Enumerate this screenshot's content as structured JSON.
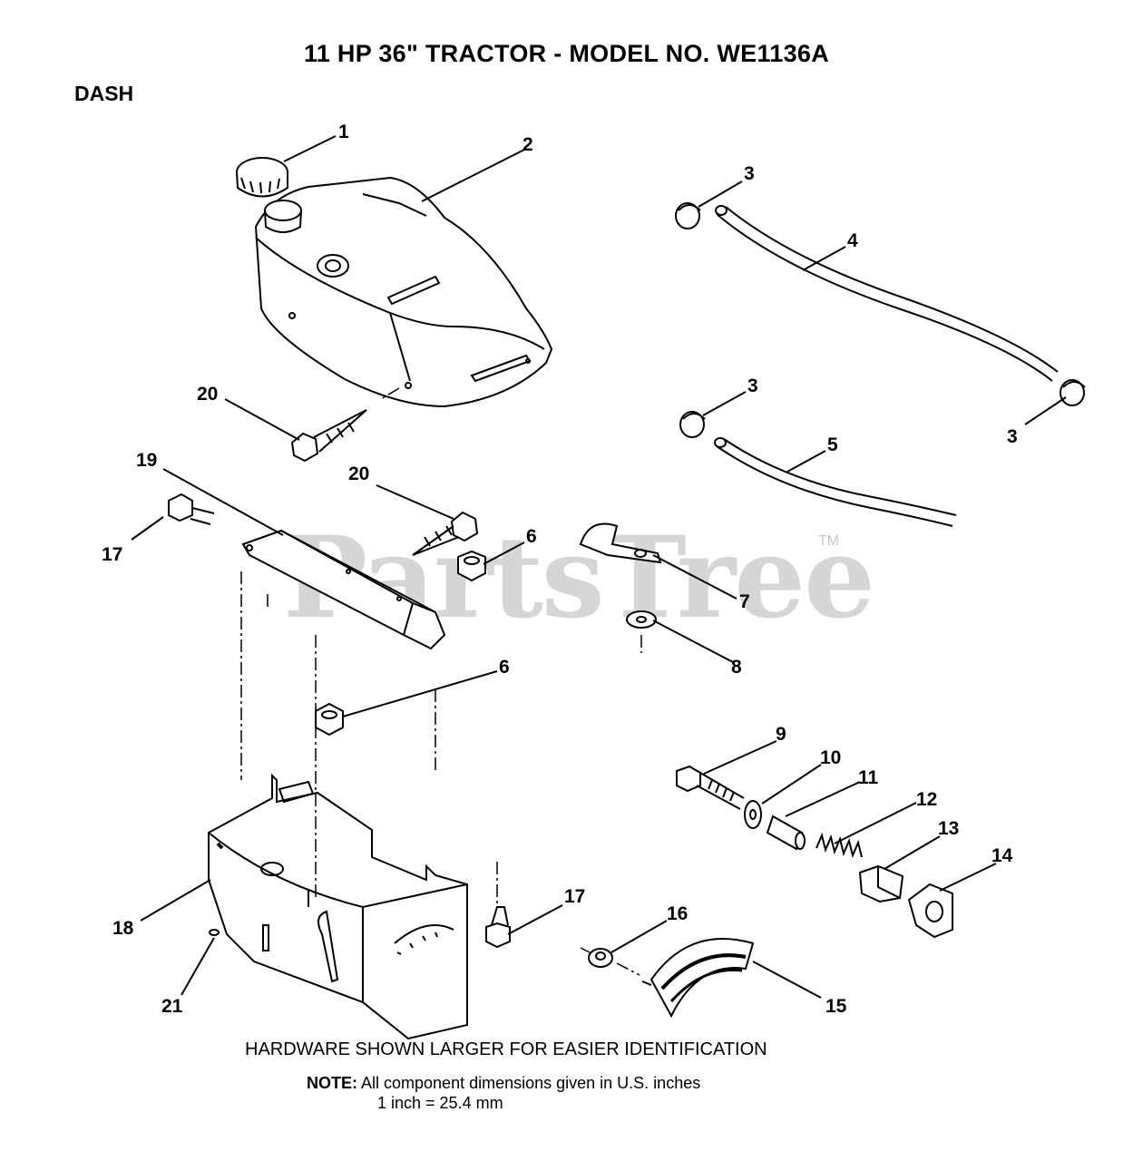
{
  "title": "11 HP 36\" TRACTOR - MODEL NO. WE1136A",
  "section": "DASH",
  "watermark": "PartsTree",
  "trademark": "TM",
  "hardware_note": "HARDWARE SHOWN LARGER FOR EASIER IDENTIFICATION",
  "note": {
    "label": "NOTE:",
    "line1": "All component dimensions given in U.S. inches",
    "line2": "1 inch = 25.4 mm"
  },
  "callouts": {
    "c1": "1",
    "c2": "2",
    "c3a": "3",
    "c3b": "3",
    "c3c": "3",
    "c4": "4",
    "c5": "5",
    "c6a": "6",
    "c6b": "6",
    "c7": "7",
    "c8": "8",
    "c9": "9",
    "c10": "10",
    "c11": "11",
    "c12": "12",
    "c13": "13",
    "c14": "14",
    "c15": "15",
    "c16": "16",
    "c17a": "17",
    "c17b": "17",
    "c18": "18",
    "c19": "19",
    "c20a": "20",
    "c20b": "20",
    "c21": "21"
  }
}
